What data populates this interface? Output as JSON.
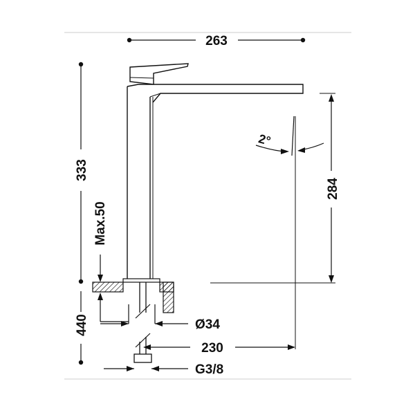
{
  "dimensions": {
    "overall_width": "263",
    "overall_height": "333",
    "max_deck": "Max.50",
    "hose_length": "440",
    "spout_height": "284",
    "angle": "2°",
    "diameter": "Ø34",
    "spout_reach": "230",
    "connection": "G3/8"
  },
  "colors": {
    "ink": "#111111",
    "frame": "#cccccc"
  }
}
